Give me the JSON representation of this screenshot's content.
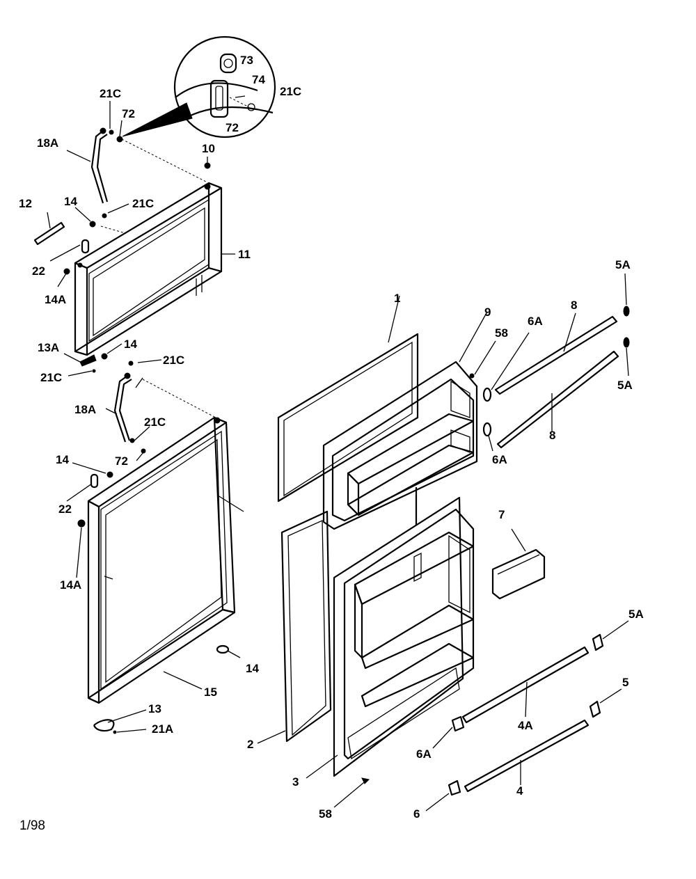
{
  "date_code": "1/98",
  "callouts": {
    "c73": "73",
    "c74": "74",
    "c21C_zoom": "21C",
    "c72_zoom": "72",
    "c21C_top": "21C",
    "c72_top": "72",
    "c18A_top": "18A",
    "c10": "10",
    "c12": "12",
    "c14_freezer": "14",
    "c21C_freezer_hinge": "21C",
    "c11": "11",
    "c22_freezer": "22",
    "c14A_freezer": "14A",
    "c13A": "13A",
    "c14_mid": "14",
    "c21C_mid_left": "21C",
    "c21C_mid_right": "21C",
    "c18A_fresh": "18A",
    "c21C_fresh": "21C",
    "c72_fresh": "72",
    "c14_fresh": "14",
    "c22_fresh": "22",
    "c14A_fresh": "14A",
    "c14_bottom": "14",
    "c15": "15",
    "c13": "13",
    "c21A": "21A",
    "c1": "1",
    "c9": "9",
    "c58_top": "58",
    "c6A_top": "6A",
    "c8_top": "8",
    "c5A_top": "5A",
    "c5A_mid": "5A",
    "c8_mid": "8",
    "c6A_mid": "6A",
    "c7": "7",
    "c5A_bottom": "5A",
    "c5": "5",
    "c4A": "4A",
    "c6A_bottom": "6A",
    "c2": "2",
    "c3": "3",
    "c4": "4",
    "c58_bottom": "58",
    "c6": "6"
  }
}
